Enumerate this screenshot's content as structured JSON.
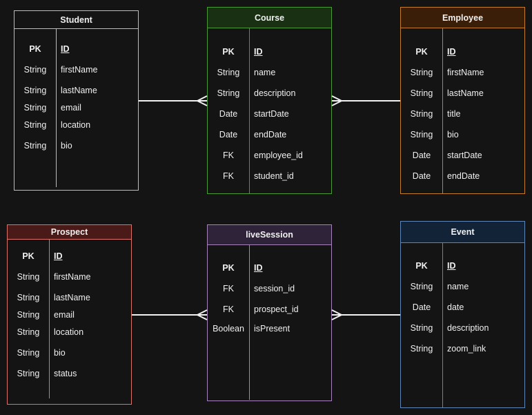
{
  "entities": {
    "student": {
      "name": "Student",
      "columns": [
        {
          "type": "PK",
          "field": "ID",
          "key": true
        },
        {
          "type": "String",
          "field": "firstName"
        },
        {
          "type": "String",
          "field": "lastName"
        },
        {
          "type": "String",
          "field": "email"
        },
        {
          "type": "String",
          "field": "location"
        },
        {
          "type": "String",
          "field": "bio"
        }
      ],
      "header_bg": "#141414",
      "border": "#bdbdbd"
    },
    "course": {
      "name": "Course",
      "columns": [
        {
          "type": "PK",
          "field": "ID",
          "key": true
        },
        {
          "type": "String",
          "field": "name"
        },
        {
          "type": "String",
          "field": "description"
        },
        {
          "type": "Date",
          "field": "startDate"
        },
        {
          "type": "Date",
          "field": "endDate"
        },
        {
          "type": "FK",
          "field": "employee_id"
        },
        {
          "type": "FK",
          "field": "student_id"
        }
      ],
      "header_bg": "#193012",
      "border": "#4a9a36"
    },
    "employee": {
      "name": "Employee",
      "columns": [
        {
          "type": "PK",
          "field": "ID",
          "key": true
        },
        {
          "type": "String",
          "field": "firstName"
        },
        {
          "type": "String",
          "field": "lastName"
        },
        {
          "type": "String",
          "field": "title"
        },
        {
          "type": "String",
          "field": "bio"
        },
        {
          "type": "Date",
          "field": "startDate"
        },
        {
          "type": "Date",
          "field": "endDate"
        }
      ],
      "header_bg": "#3a1e07",
      "border": "#c47d28"
    },
    "prospect": {
      "name": "Prospect",
      "columns": [
        {
          "type": "PK",
          "field": "ID",
          "key": true
        },
        {
          "type": "String",
          "field": "firstName"
        },
        {
          "type": "String",
          "field": "lastName"
        },
        {
          "type": "String",
          "field": "email"
        },
        {
          "type": "String",
          "field": "location"
        },
        {
          "type": "String",
          "field": "bio"
        },
        {
          "type": "String",
          "field": "status"
        }
      ],
      "header_bg": "#4a1a18",
      "border": "#d9736c"
    },
    "livesession": {
      "name": "liveSession",
      "columns": [
        {
          "type": "PK",
          "field": "ID",
          "key": true
        },
        {
          "type": "FK",
          "field": "session_id"
        },
        {
          "type": "FK",
          "field": "prospect_id"
        },
        {
          "type": "Boolean",
          "field": "isPresent"
        }
      ],
      "header_bg": "#2e2338",
      "border": "#a583bb"
    },
    "event": {
      "name": "Event",
      "columns": [
        {
          "type": "PK",
          "field": "ID",
          "key": true
        },
        {
          "type": "String",
          "field": "name"
        },
        {
          "type": "Date",
          "field": "date"
        },
        {
          "type": "String",
          "field": "description"
        },
        {
          "type": "String",
          "field": "zoom_link"
        }
      ],
      "header_bg": "#122237",
      "border": "#5d85b8"
    }
  },
  "relationships": [
    {
      "from": "Student",
      "to": "Course",
      "cardinality": "one-to-many"
    },
    {
      "from": "Employee",
      "to": "Course",
      "cardinality": "one-to-many"
    },
    {
      "from": "Prospect",
      "to": "liveSession",
      "cardinality": "one-to-many"
    },
    {
      "from": "Event",
      "to": "liveSession",
      "cardinality": "one-to-many"
    }
  ]
}
